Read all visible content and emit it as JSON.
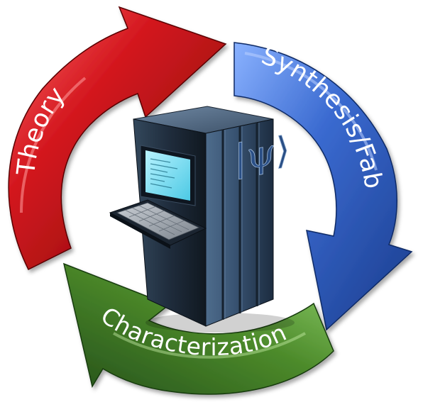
{
  "diagram": {
    "stages": [
      {
        "id": "theory",
        "label": "Theory",
        "color": "#c4161c"
      },
      {
        "id": "synthesis",
        "label": "Synthesis/Fab",
        "color": "#3f6fd0"
      },
      {
        "id": "characterization",
        "label": "Characterization",
        "color": "#4f8a2e"
      }
    ],
    "center": {
      "icon": "computer-server-icon",
      "symbol": "|ψ⟩"
    }
  }
}
